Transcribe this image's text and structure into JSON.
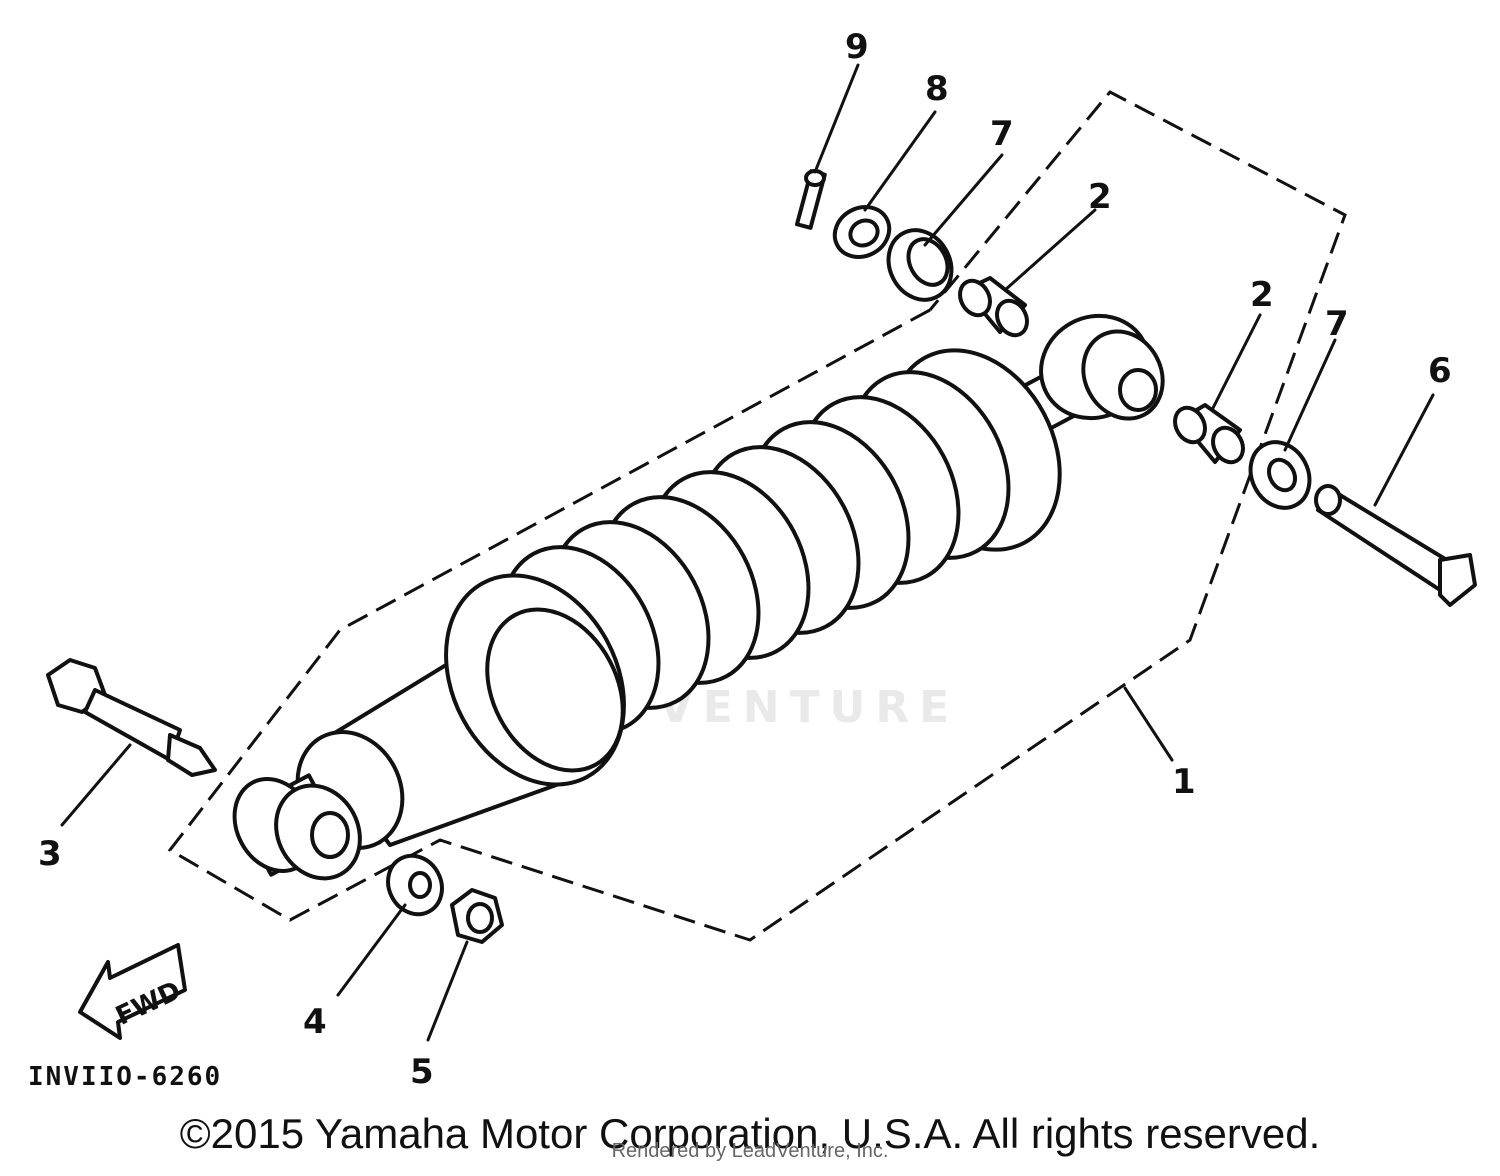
{
  "diagram": {
    "callouts": [
      "9",
      "8",
      "7",
      "2",
      "2",
      "7",
      "6",
      "1",
      "3",
      "4",
      "5"
    ],
    "drawing_code": "INVIIO-6260",
    "direction_label": "FWD",
    "watermark": "LEADVENTURE"
  },
  "footer": {
    "copyright": "©2015 Yamaha Motor Corporation, U.S.A. All rights reserved.",
    "rendered_by": "Rendered by LeadVenture, Inc."
  }
}
